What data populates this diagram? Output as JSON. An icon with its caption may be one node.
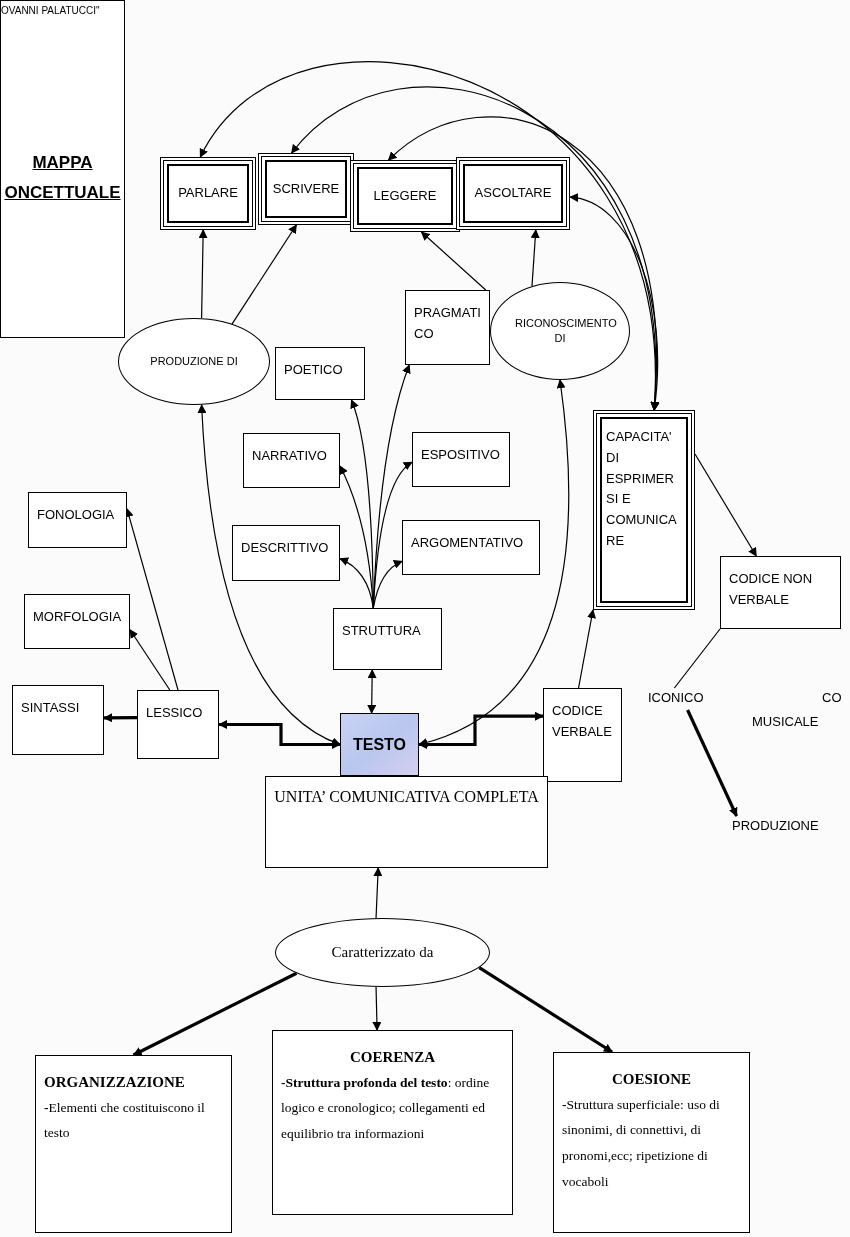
{
  "diagram": {
    "nodes": [
      {
        "text": [
          "OVANNI PALATUCCI\"",
          "MAPPA ONCETTUALE"
        ]
      },
      {
        "text": [
          "PARLARE"
        ]
      },
      {
        "text": [
          "SCRIVERE"
        ]
      },
      {
        "text": [
          "LEGGERE"
        ]
      },
      {
        "text": [
          "ASCOLTARE"
        ]
      },
      {
        "text": [
          "PRODUZIONE DI"
        ]
      },
      {
        "text": [
          "PRAGMATI CO"
        ]
      },
      {
        "text": [
          "RICONOSCIMENTO DI"
        ]
      },
      {
        "text": [
          "POETICO"
        ]
      },
      {
        "text": [
          "NARRATIVO"
        ]
      },
      {
        "text": [
          "ESPOSITIVO"
        ]
      },
      {
        "text": [
          "FONOLOGIA"
        ]
      },
      {
        "text": [
          "DESCRITTIVO"
        ]
      },
      {
        "text": [
          "ARGOMENTATIVO"
        ]
      },
      {
        "text": [
          "CAPACITA' DI ESPRIMER SI E COMUNICA RE"
        ]
      },
      {
        "text": [
          "MORFOLOGIA"
        ]
      },
      {
        "text": [
          "STRUTTURA"
        ]
      },
      {
        "text": [
          "CODICE NON VERBALE"
        ]
      },
      {
        "text": [
          "SINTASSI"
        ]
      },
      {
        "text": [
          "LESSICO"
        ]
      },
      {
        "text": [
          "TESTO"
        ]
      },
      {
        "text": [
          "CODICE VERBALE"
        ]
      },
      {
        "text": [
          "UNITA’ COMUNICATIVA COMPLETA"
        ]
      },
      {
        "text": [
          "Caratterizzato da"
        ]
      },
      {
        "text": [
          "ORGANIZZAZIONE",
          "**-**Elementi che costituiscono il testo"
        ]
      },
      {
        "text": [
          "COERENZA",
          "**-Struttura profonda del testo**: ordine logico e cronologico; collegamenti  ed equilibrio tra informazioni"
        ]
      },
      {
        "text": [
          "COESIONE",
          "**-**Struttura superficiale: uso di sinonimi, di connettivi, di pronomi,ecc; ripetizione di vocaboli"
        ]
      },
      {
        "text": [
          "ICONICO"
        ]
      },
      {
        "text": [
          "PRODUZIONE"
        ]
      }
    ],
    "edges": [
      {
        "from": 14,
        "to": 1,
        "arrow": "both"
      },
      {
        "from": 14,
        "to": 2,
        "arrow": "both"
      },
      {
        "from": 14,
        "to": 3,
        "arrow": "both"
      },
      {
        "from": 14,
        "to": 4,
        "arrow": "both"
      },
      {
        "from": 5,
        "to": 1,
        "arrow": "to"
      },
      {
        "from": 5,
        "to": 2,
        "arrow": "to"
      },
      {
        "from": 6,
        "to": 3,
        "arrow": "to"
      },
      {
        "from": 7,
        "to": 4,
        "arrow": "to"
      },
      {
        "from": 20,
        "to": 5,
        "arrow": "both"
      },
      {
        "from": 20,
        "to": 7,
        "arrow": "both"
      },
      {
        "from": 16,
        "to": 8,
        "arrow": "to"
      },
      {
        "from": 16,
        "to": 6,
        "arrow": "to"
      },
      {
        "from": 16,
        "to": 9,
        "arrow": "to"
      },
      {
        "from": 16,
        "to": 10,
        "arrow": "to"
      },
      {
        "from": 16,
        "to": 12,
        "arrow": "to"
      },
      {
        "from": 16,
        "to": 13,
        "arrow": "to"
      },
      {
        "from": 20,
        "to": 16,
        "arrow": "both"
      },
      {
        "from": 20,
        "to": 19,
        "arrow": "both",
        "style": "thick"
      },
      {
        "from": 19,
        "to": 18,
        "arrow": "to",
        "style": "thick"
      },
      {
        "from": 19,
        "to": 15,
        "arrow": "to"
      },
      {
        "from": 19,
        "to": 11,
        "arrow": "to"
      },
      {
        "from": 20,
        "to": 21,
        "arrow": "both",
        "style": "thick"
      },
      {
        "from": 21,
        "to": 14,
        "arrow": "to"
      },
      {
        "from": 14,
        "to": 17,
        "arrow": "to"
      },
      {
        "from": 17,
        "to": 27,
        "arrow": "none"
      },
      {
        "from": 27,
        "to": 28,
        "arrow": "to",
        "style": "thick"
      },
      {
        "from": 23,
        "to": 22,
        "arrow": "to"
      },
      {
        "from": 23,
        "to": 24,
        "arrow": "to",
        "style": "thick"
      },
      {
        "from": 23,
        "to": 25,
        "arrow": "to"
      },
      {
        "from": 23,
        "to": 26,
        "arrow": "to",
        "style": "thick"
      }
    ],
    "labels": [
      "MUSICALE",
      "CO"
    ]
  }
}
